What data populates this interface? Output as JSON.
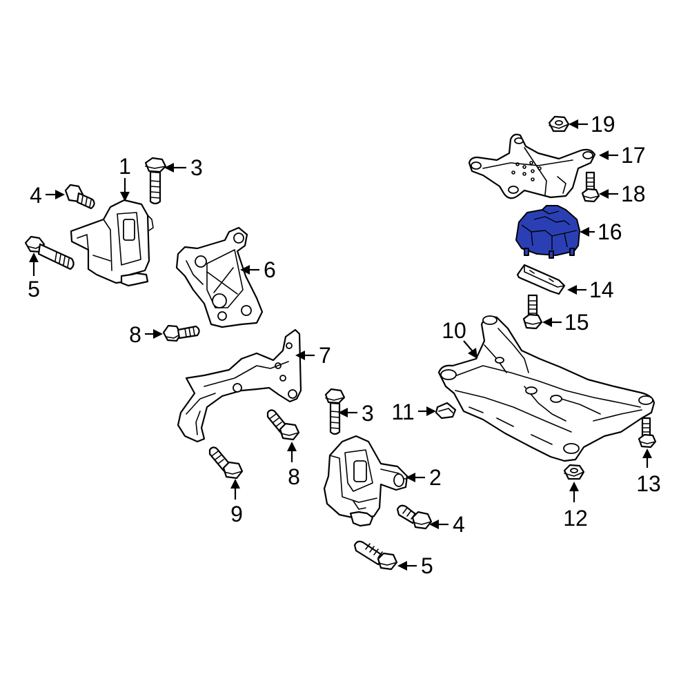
{
  "highlight_color": "#2b3fb5",
  "callouts": [
    {
      "id": "c1",
      "label": "1"
    },
    {
      "id": "c3a",
      "label": "3"
    },
    {
      "id": "c4a",
      "label": "4"
    },
    {
      "id": "c5a",
      "label": "5"
    },
    {
      "id": "c6",
      "label": "6"
    },
    {
      "id": "c8a",
      "label": "8"
    },
    {
      "id": "c7",
      "label": "7"
    },
    {
      "id": "c3b",
      "label": "3"
    },
    {
      "id": "c8b",
      "label": "8"
    },
    {
      "id": "c9",
      "label": "9"
    },
    {
      "id": "c2",
      "label": "2"
    },
    {
      "id": "c4b",
      "label": "4"
    },
    {
      "id": "c5b",
      "label": "5"
    },
    {
      "id": "c11",
      "label": "11"
    },
    {
      "id": "c10",
      "label": "10"
    },
    {
      "id": "c19",
      "label": "19"
    },
    {
      "id": "c17",
      "label": "17"
    },
    {
      "id": "c18",
      "label": "18"
    },
    {
      "id": "c16",
      "label": "16"
    },
    {
      "id": "c14",
      "label": "14"
    },
    {
      "id": "c15",
      "label": "15"
    },
    {
      "id": "c12",
      "label": "12"
    },
    {
      "id": "c13",
      "label": "13"
    }
  ]
}
